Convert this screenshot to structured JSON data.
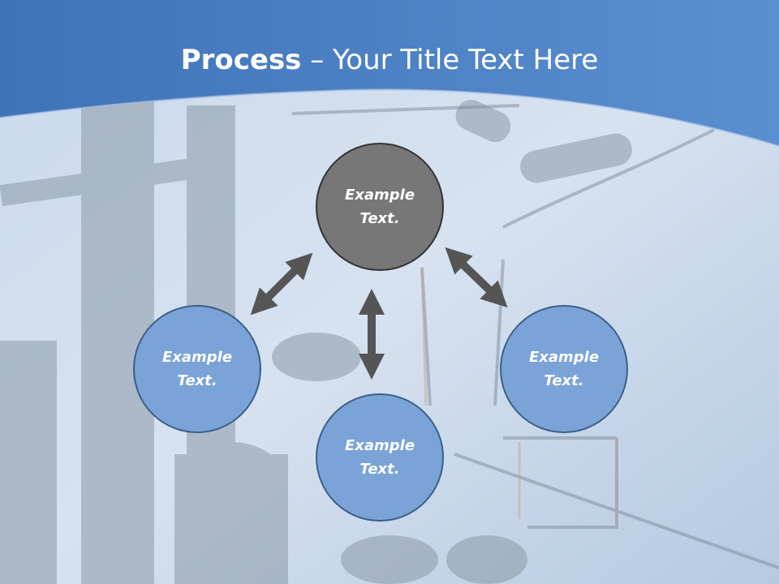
{
  "title": {
    "bold": "Process",
    "rest": " – Your Title Text Here"
  },
  "nodes": [
    {
      "line1": "Example",
      "line2": "Text."
    },
    {
      "line1": "Example",
      "line2": "Text."
    },
    {
      "line1": "Example",
      "line2": "Text."
    },
    {
      "line1": "Example",
      "line2": "Text."
    }
  ],
  "colors": {
    "header_blue": "#4a7fc1",
    "center_circle": "#777777",
    "outer_circle": "#7aa3d8",
    "arrow": "#555555"
  }
}
